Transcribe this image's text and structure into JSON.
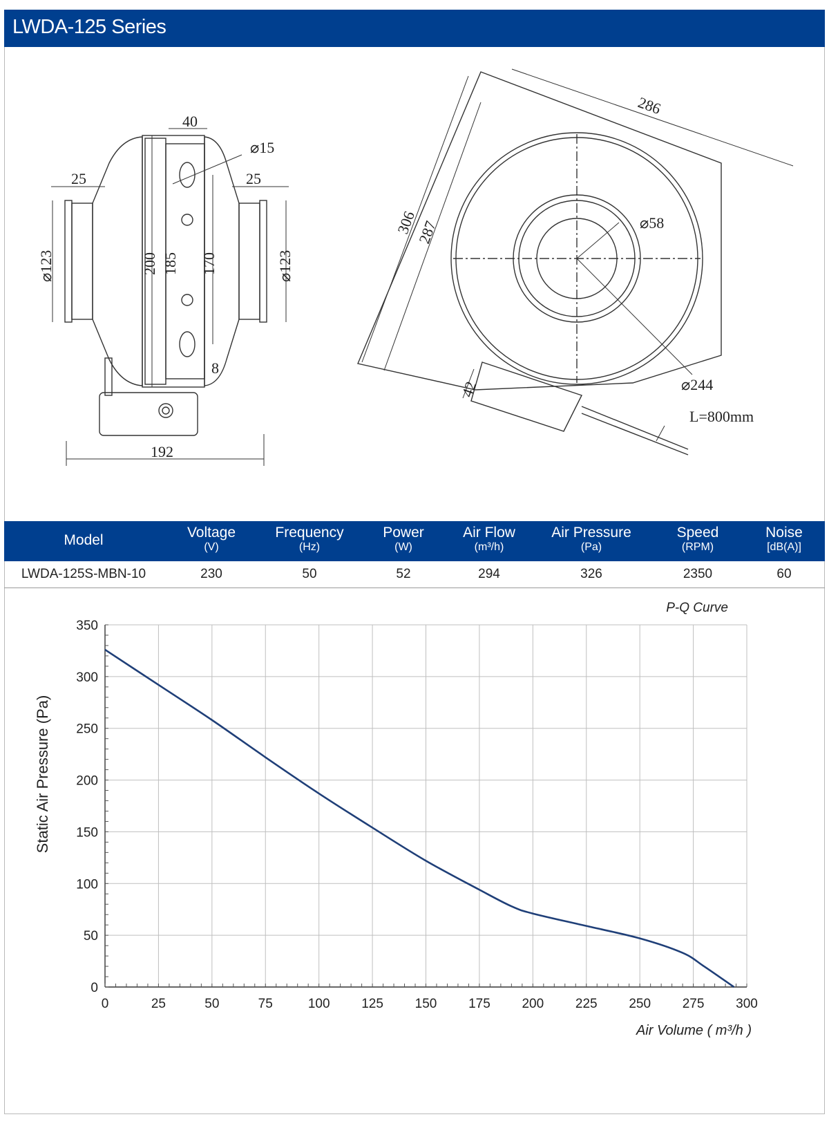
{
  "header": {
    "title": "LWDA-125 Series"
  },
  "drawing": {
    "side": {
      "d40": "40",
      "d15": "⌀15",
      "d25_left": "25",
      "d25_right": "25",
      "d123_left": "⌀123",
      "d123_right": "⌀123",
      "d200": "200",
      "d185": "185",
      "d170": "170",
      "d8": "8",
      "d192": "192"
    },
    "front": {
      "d286": "286",
      "d306": "306",
      "d287": "287",
      "d58": "⌀58",
      "d244": "⌀244",
      "d42": "42",
      "cable": "L=800mm"
    }
  },
  "specs": {
    "columns": [
      {
        "label": "Model",
        "unit": ""
      },
      {
        "label": "Voltage",
        "unit": "(V)"
      },
      {
        "label": "Frequency",
        "unit": "(Hz)"
      },
      {
        "label": "Power",
        "unit": "(W)"
      },
      {
        "label": "Air Flow",
        "unit": "(m³/h)"
      },
      {
        "label": "Air Pressure",
        "unit": "(Pa)"
      },
      {
        "label": "Speed",
        "unit": "(RPM)"
      },
      {
        "label": "Noise",
        "unit": "[dB(A)]"
      }
    ],
    "rows": [
      [
        "LWDA-125S-MBN-10",
        "230",
        "50",
        "52",
        "294",
        "326",
        "2350",
        "60"
      ]
    ]
  },
  "colors": {
    "brand": "#003f8f",
    "curve": "#1f3f78",
    "grid": "#bfbfbf"
  },
  "chart_data": {
    "type": "line",
    "title": "P-Q Curve",
    "xlabel": "Air Volume ( m³/h )",
    "ylabel": "Static Air Pressure  (Pa)",
    "xlim": [
      0,
      300
    ],
    "ylim": [
      0,
      350
    ],
    "xticks": [
      0,
      25,
      50,
      75,
      100,
      125,
      150,
      175,
      200,
      225,
      250,
      275,
      300
    ],
    "yticks": [
      0,
      50,
      100,
      150,
      200,
      250,
      300,
      350
    ],
    "grid": true,
    "series": [
      {
        "x": [
          0,
          25,
          50,
          75,
          100,
          125,
          150,
          175,
          190,
          200,
          225,
          250,
          270,
          280,
          294
        ],
        "y": [
          326,
          292,
          258,
          222,
          187,
          154,
          122,
          94,
          78,
          71,
          59,
          47,
          33,
          20,
          0
        ]
      }
    ]
  }
}
